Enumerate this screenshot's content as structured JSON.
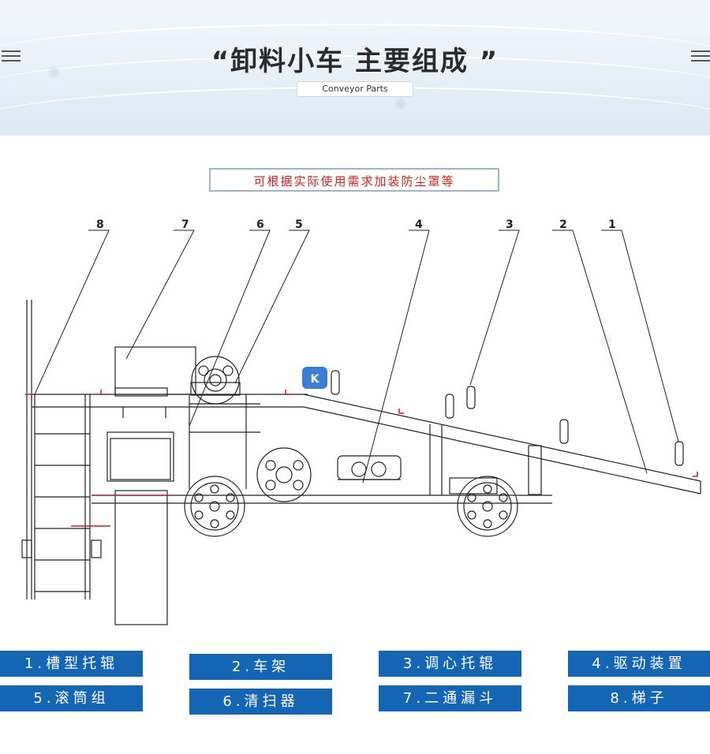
{
  "header": {
    "title": "“卸料小车  主要组成 ”",
    "subtitle": "Conveyor Parts"
  },
  "notice": "可根据实际使用需求加装防尘罩等",
  "callouts": [
    "8",
    "7",
    "6",
    "5",
    "4",
    "3",
    "2",
    "1"
  ],
  "legend": [
    "1.槽型托辊",
    "2.车架",
    "3.调心托辊",
    "4.驱动装置",
    "5.滚筒组",
    "6.清扫器",
    "7.二通漏斗",
    "8.梯子"
  ],
  "colors": {
    "accent": "#1565b5",
    "notice_text": "#d62020",
    "line": "#222222",
    "marker": "#c0202a"
  },
  "icons": [
    "menu-icon-left",
    "menu-icon-right",
    "logo-icon"
  ]
}
